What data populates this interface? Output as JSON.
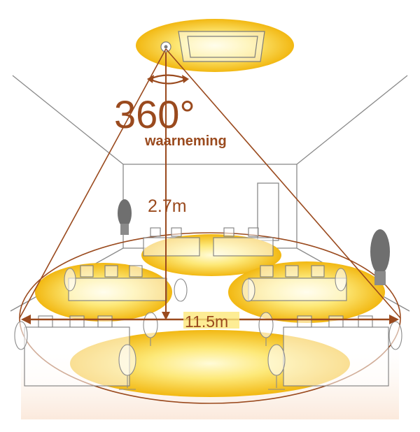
{
  "labels": {
    "angle": "360°",
    "angle_caption": "waarneming",
    "height": "2.7m",
    "width": "11.5m"
  },
  "colors": {
    "accent": "#9a4a1e",
    "glow": "#f7c520",
    "outline": "#8a8a8a"
  }
}
